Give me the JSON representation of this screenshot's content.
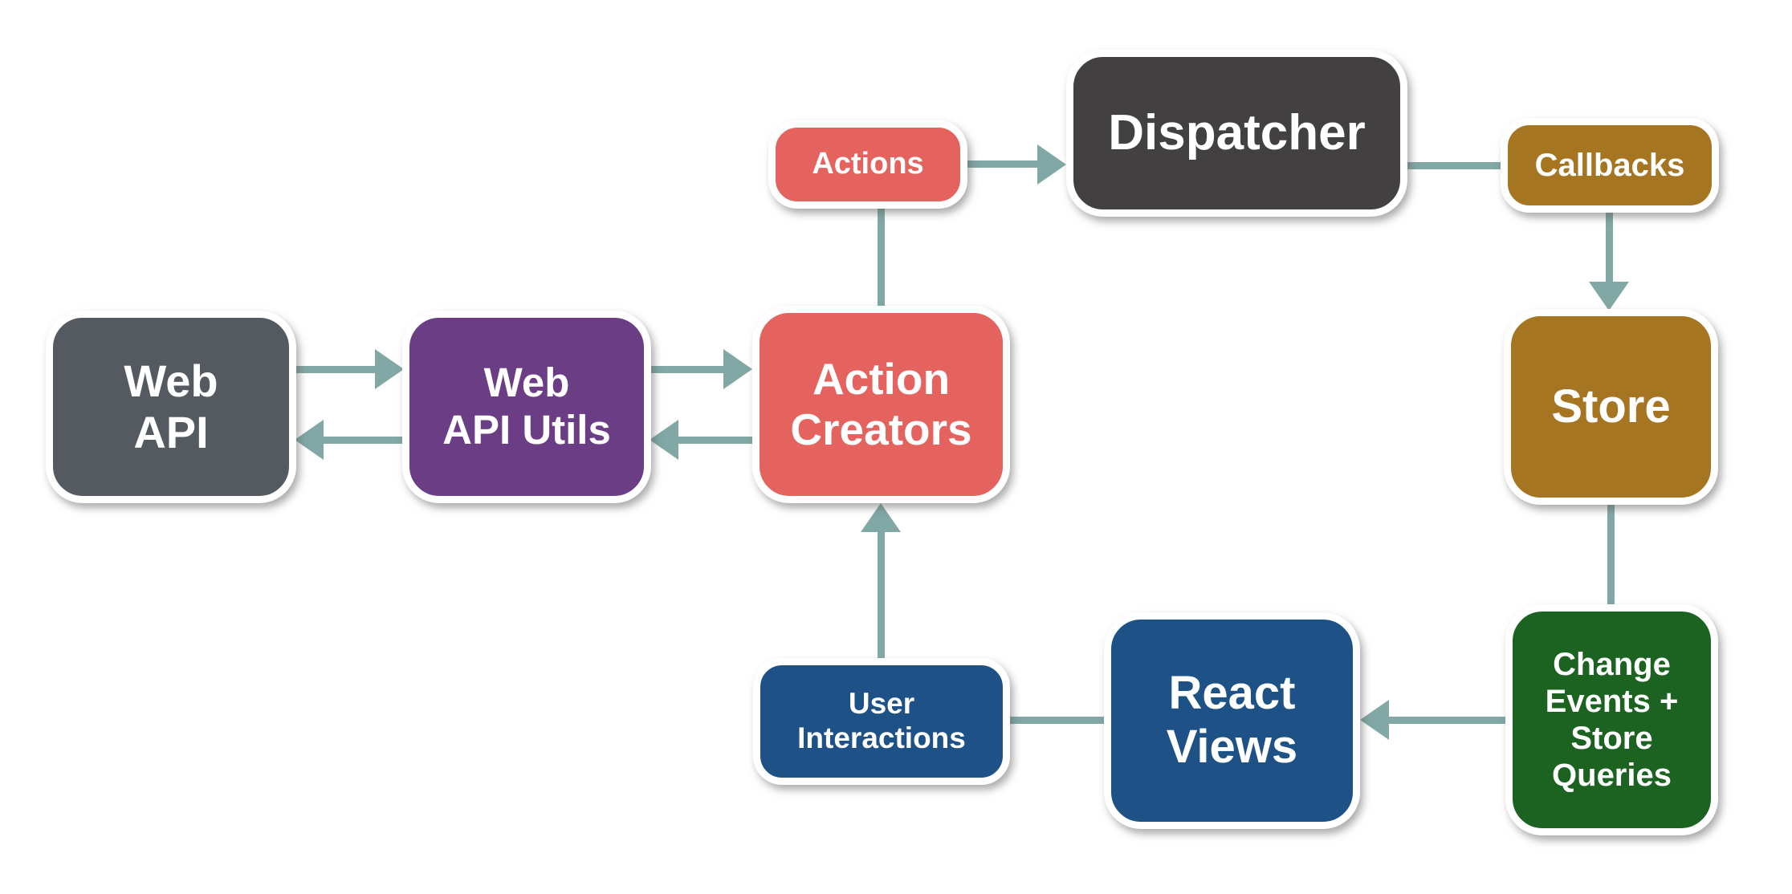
{
  "diagram": {
    "colors": {
      "background": "#FFFFFF",
      "connector_teal": "#82A8A6",
      "node_border_white": "#FFFFFF",
      "node_text_white": "#FFFFFF",
      "salmon": "#E4635F",
      "dark_gray": "#434041",
      "slate_gray": "#555A60",
      "purple": "#6A3D85",
      "gold": "#A67522",
      "green": "#1C6322",
      "blue": "#1E5287"
    },
    "nodes": [
      {
        "id": "web-api",
        "label": "Web\nAPI",
        "fill": "#555A60"
      },
      {
        "id": "web-api-utils",
        "label": "Web\nAPI Utils",
        "fill": "#6A3D85"
      },
      {
        "id": "action-creators",
        "label": "Action\nCreators",
        "fill": "#E4635F"
      },
      {
        "id": "actions",
        "label": "Actions",
        "fill": "#E4635F"
      },
      {
        "id": "dispatcher",
        "label": "Dispatcher",
        "fill": "#434041"
      },
      {
        "id": "callbacks",
        "label": "Callbacks",
        "fill": "#A67522"
      },
      {
        "id": "store",
        "label": "Store",
        "fill": "#A67522"
      },
      {
        "id": "user-interactions",
        "label": "User\nInteractions",
        "fill": "#1E5287"
      },
      {
        "id": "react-views",
        "label": "React\nViews",
        "fill": "#1E5287"
      },
      {
        "id": "change-events",
        "label": "Change\nEvents +\nStore\nQueries",
        "fill": "#1C6322"
      }
    ],
    "edges": [
      {
        "from": "Actions",
        "to": "Dispatcher",
        "style": "arrowhead"
      },
      {
        "from": "Dispatcher",
        "to": "Callbacks",
        "style": "plain-line"
      },
      {
        "from": "Callbacks",
        "to": "Store",
        "style": "arrowhead"
      },
      {
        "from": "Store",
        "to": "Change Events + Store Queries",
        "style": "plain-line"
      },
      {
        "from": "Change Events + Store Queries",
        "to": "React Views",
        "style": "arrowhead"
      },
      {
        "from": "React Views",
        "to": "User Interactions",
        "style": "plain-line"
      },
      {
        "from": "User Interactions",
        "to": "Action Creators",
        "style": "arrowhead"
      },
      {
        "from": "Action Creators",
        "to": "Actions",
        "style": "plain-line"
      },
      {
        "from": "Web API",
        "to": "Web API Utils",
        "style": "arrowhead"
      },
      {
        "from": "Web API Utils",
        "to": "Web API",
        "style": "arrowhead"
      },
      {
        "from": "Web API Utils",
        "to": "Action Creators",
        "style": "arrowhead"
      },
      {
        "from": "Action Creators",
        "to": "Web API Utils",
        "style": "arrowhead"
      }
    ]
  }
}
